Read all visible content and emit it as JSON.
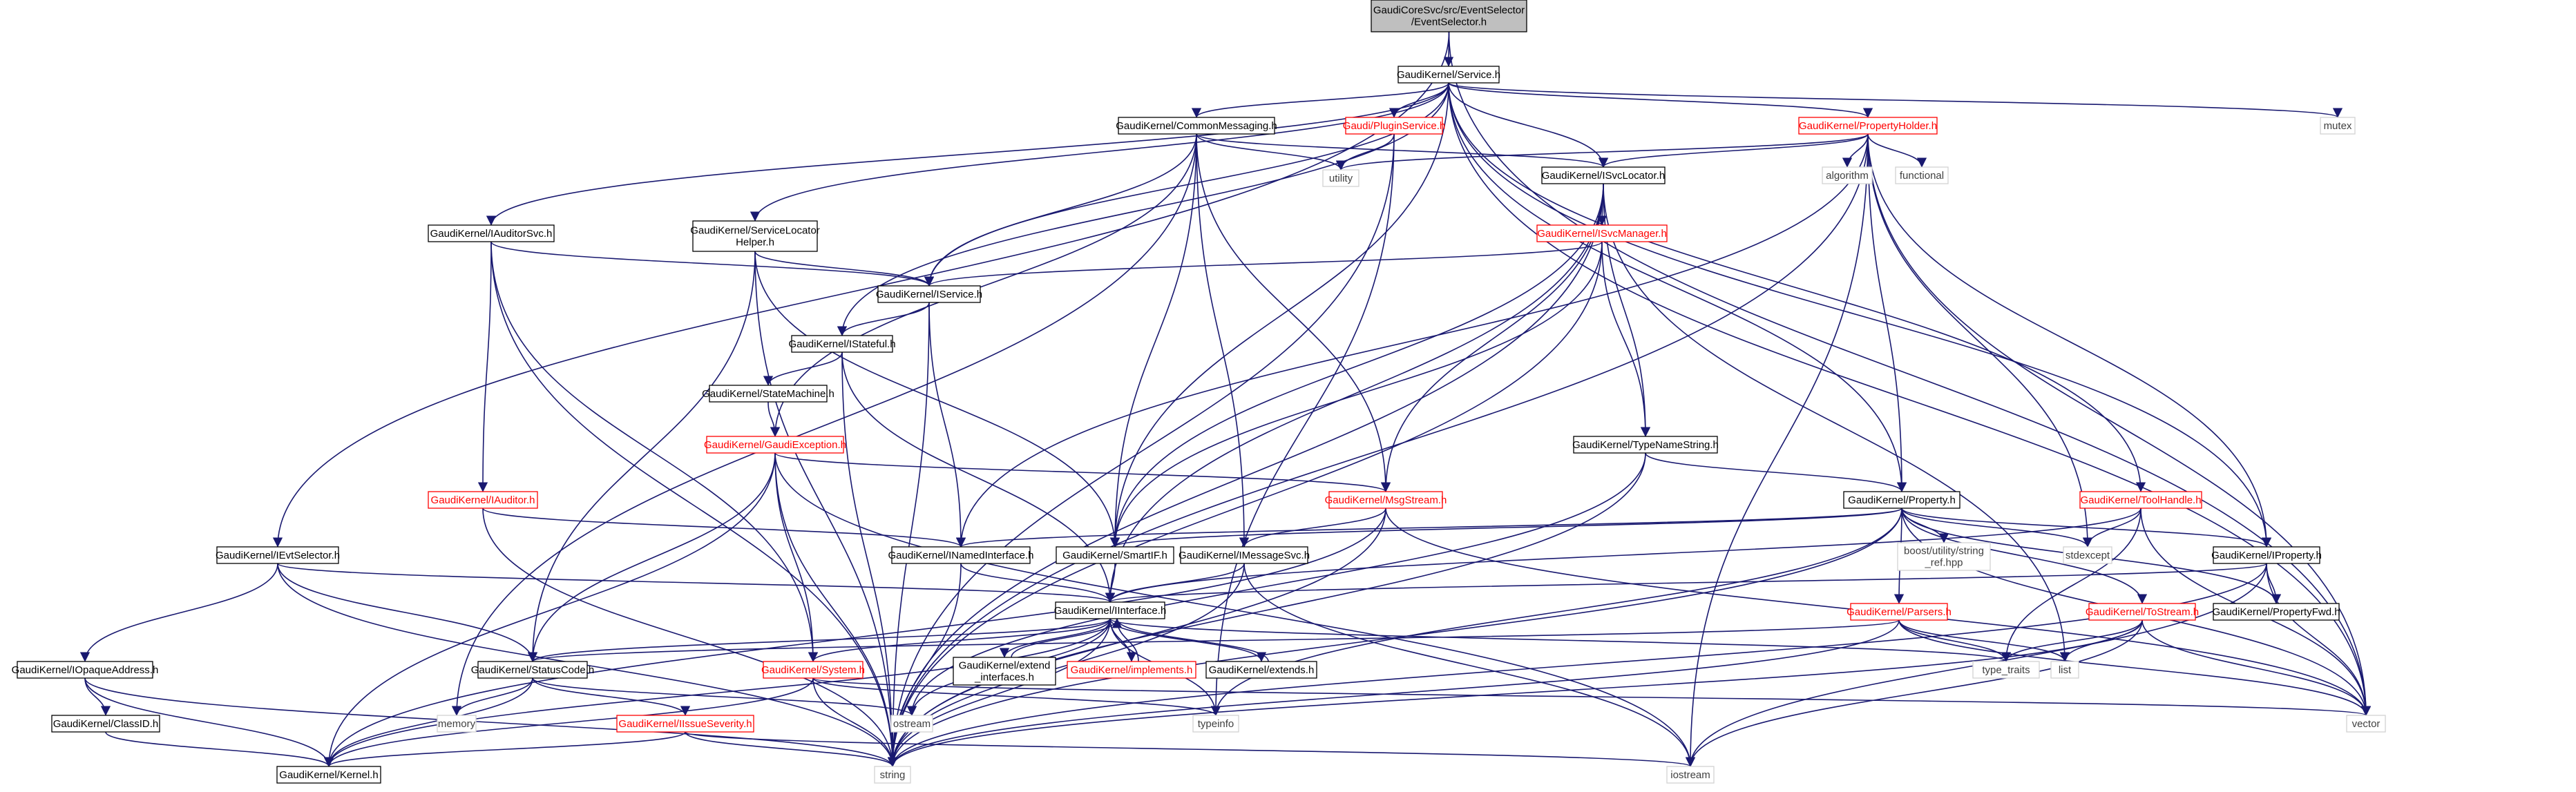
{
  "colors": {
    "edge": "#191970",
    "root_fill": "#bfbfbf",
    "doc_border": "#000000",
    "undoc_border": "#ff0000",
    "sys_border": "#d3d3d3",
    "doc_text": "#000000",
    "undoc_text": "#ff0000",
    "sys_text": "#404040"
  },
  "nodes": [
    {
      "id": "root",
      "kind": "root",
      "lines": [
        "GaudiCoreSvc/src/EventSelector",
        "/EventSelector.h"
      ]
    },
    {
      "id": "service",
      "kind": "doc",
      "lines": [
        "GaudiKernel/Service.h"
      ]
    },
    {
      "id": "commonmsg",
      "kind": "doc",
      "lines": [
        "GaudiKernel/CommonMessaging.h"
      ]
    },
    {
      "id": "pluginsvc",
      "kind": "undoc",
      "lines": [
        "Gaudi/PluginService.h"
      ]
    },
    {
      "id": "propholder",
      "kind": "undoc",
      "lines": [
        "GaudiKernel/PropertyHolder.h"
      ]
    },
    {
      "id": "mutex",
      "kind": "sys",
      "lines": [
        "mutex"
      ]
    },
    {
      "id": "utility",
      "kind": "sys",
      "lines": [
        "utility"
      ]
    },
    {
      "id": "isvclocator",
      "kind": "doc",
      "lines": [
        "GaudiKernel/ISvcLocator.h"
      ]
    },
    {
      "id": "algorithm",
      "kind": "sys",
      "lines": [
        "algorithm"
      ]
    },
    {
      "id": "functional",
      "kind": "sys",
      "lines": [
        "functional"
      ]
    },
    {
      "id": "iauditorsvc",
      "kind": "doc",
      "lines": [
        "GaudiKernel/IAuditorSvc.h"
      ]
    },
    {
      "id": "svclochelper",
      "kind": "doc",
      "lines": [
        "GaudiKernel/ServiceLocator",
        "Helper.h"
      ]
    },
    {
      "id": "isvcmanager",
      "kind": "undoc",
      "lines": [
        "GaudiKernel/ISvcManager.h"
      ]
    },
    {
      "id": "iservice",
      "kind": "doc",
      "lines": [
        "GaudiKernel/IService.h"
      ]
    },
    {
      "id": "istateful",
      "kind": "doc",
      "lines": [
        "GaudiKernel/IStateful.h"
      ]
    },
    {
      "id": "statemachine",
      "kind": "doc",
      "lines": [
        "GaudiKernel/StateMachine.h"
      ]
    },
    {
      "id": "typenamestring",
      "kind": "doc",
      "lines": [
        "GaudiKernel/TypeNameString.h"
      ]
    },
    {
      "id": "gaudiexception",
      "kind": "undoc",
      "lines": [
        "GaudiKernel/GaudiException.h"
      ]
    },
    {
      "id": "msgstream",
      "kind": "undoc",
      "lines": [
        "GaudiKernel/MsgStream.h"
      ]
    },
    {
      "id": "property",
      "kind": "doc",
      "lines": [
        "GaudiKernel/Property.h"
      ]
    },
    {
      "id": "toolhandle",
      "kind": "undoc",
      "lines": [
        "GaudiKernel/ToolHandle.h"
      ]
    },
    {
      "id": "iauditor",
      "kind": "undoc",
      "lines": [
        "GaudiKernel/IAuditor.h"
      ]
    },
    {
      "id": "boostref",
      "kind": "sys",
      "lines": [
        "boost/utility/string",
        "_ref.hpp"
      ]
    },
    {
      "id": "ievtselector",
      "kind": "doc",
      "lines": [
        "GaudiKernel/IEvtSelector.h"
      ]
    },
    {
      "id": "inamedinterface",
      "kind": "doc",
      "lines": [
        "GaudiKernel/INamedInterface.h"
      ]
    },
    {
      "id": "smartif",
      "kind": "doc",
      "lines": [
        "GaudiKernel/SmartIF.h"
      ]
    },
    {
      "id": "imessagesvc",
      "kind": "doc",
      "lines": [
        "GaudiKernel/IMessageSvc.h"
      ]
    },
    {
      "id": "stdexcept",
      "kind": "sys",
      "lines": [
        "stdexcept"
      ]
    },
    {
      "id": "iproperty",
      "kind": "doc",
      "lines": [
        "GaudiKernel/IProperty.h"
      ]
    },
    {
      "id": "iinterface",
      "kind": "doc",
      "lines": [
        "GaudiKernel/IInterface.h"
      ]
    },
    {
      "id": "parsers",
      "kind": "undoc",
      "lines": [
        "GaudiKernel/Parsers.h"
      ]
    },
    {
      "id": "tostream",
      "kind": "undoc",
      "lines": [
        "GaudiKernel/ToStream.h"
      ]
    },
    {
      "id": "propertyfwd",
      "kind": "doc",
      "lines": [
        "GaudiKernel/PropertyFwd.h"
      ]
    },
    {
      "id": "iopaqueaddress",
      "kind": "doc",
      "lines": [
        "GaudiKernel/IOpaqueAddress.h"
      ]
    },
    {
      "id": "statuscode",
      "kind": "doc",
      "lines": [
        "GaudiKernel/StatusCode.h"
      ]
    },
    {
      "id": "system",
      "kind": "undoc",
      "lines": [
        "GaudiKernel/System.h"
      ]
    },
    {
      "id": "extend_interfaces",
      "kind": "doc",
      "lines": [
        "GaudiKernel/extend",
        "_interfaces.h"
      ]
    },
    {
      "id": "implements",
      "kind": "undoc",
      "lines": [
        "GaudiKernel/implements.h"
      ]
    },
    {
      "id": "extends",
      "kind": "doc",
      "lines": [
        "GaudiKernel/extends.h"
      ]
    },
    {
      "id": "type_traits",
      "kind": "sys",
      "lines": [
        "type_traits"
      ]
    },
    {
      "id": "list",
      "kind": "sys",
      "lines": [
        "list"
      ]
    },
    {
      "id": "classid",
      "kind": "doc",
      "lines": [
        "GaudiKernel/ClassID.h"
      ]
    },
    {
      "id": "memory",
      "kind": "sys",
      "lines": [
        "memory"
      ]
    },
    {
      "id": "ostream",
      "kind": "sys",
      "lines": [
        "ostream"
      ]
    },
    {
      "id": "typeinfo",
      "kind": "sys",
      "lines": [
        "typeinfo"
      ]
    },
    {
      "id": "vector",
      "kind": "sys",
      "lines": [
        "vector"
      ]
    },
    {
      "id": "iissueseverity",
      "kind": "undoc",
      "lines": [
        "GaudiKernel/IIssueSeverity.h"
      ]
    },
    {
      "id": "kernel",
      "kind": "doc",
      "lines": [
        "GaudiKernel/Kernel.h"
      ]
    },
    {
      "id": "string",
      "kind": "sys",
      "lines": [
        "string"
      ]
    },
    {
      "id": "iostream",
      "kind": "sys",
      "lines": [
        "iostream"
      ]
    }
  ],
  "edges": [
    [
      "root",
      "service"
    ],
    [
      "root",
      "ievtselector"
    ],
    [
      "root",
      "vector"
    ],
    [
      "service",
      "commonmsg"
    ],
    [
      "service",
      "pluginsvc"
    ],
    [
      "service",
      "propholder"
    ],
    [
      "service",
      "mutex"
    ],
    [
      "service",
      "isvclocator"
    ],
    [
      "service",
      "iauditorsvc"
    ],
    [
      "service",
      "svclochelper"
    ],
    [
      "service",
      "iservice"
    ],
    [
      "service",
      "istateful"
    ],
    [
      "service",
      "smartif"
    ],
    [
      "service",
      "property"
    ],
    [
      "service",
      "toolhandle"
    ],
    [
      "service",
      "iproperty"
    ],
    [
      "service",
      "vector"
    ],
    [
      "commonmsg",
      "utility"
    ],
    [
      "commonmsg",
      "isvclocator"
    ],
    [
      "commonmsg",
      "iservice"
    ],
    [
      "commonmsg",
      "gaudiexception"
    ],
    [
      "commonmsg",
      "msgstream"
    ],
    [
      "commonmsg",
      "imessagesvc"
    ],
    [
      "commonmsg",
      "smartif"
    ],
    [
      "commonmsg",
      "memory"
    ],
    [
      "pluginsvc",
      "utility"
    ],
    [
      "pluginsvc",
      "typeinfo"
    ],
    [
      "pluginsvc",
      "string"
    ],
    [
      "propholder",
      "utility"
    ],
    [
      "propholder",
      "isvclocator"
    ],
    [
      "propholder",
      "algorithm"
    ],
    [
      "propholder",
      "functional"
    ],
    [
      "propholder",
      "inamedinterface"
    ],
    [
      "propholder",
      "property"
    ],
    [
      "propholder",
      "iproperty"
    ],
    [
      "propholder",
      "stdexcept"
    ],
    [
      "propholder",
      "string"
    ],
    [
      "propholder",
      "vector"
    ],
    [
      "propholder",
      "iostream"
    ],
    [
      "isvclocator",
      "isvcmanager"
    ],
    [
      "isvclocator",
      "typenamestring"
    ],
    [
      "isvclocator",
      "msgstream"
    ],
    [
      "isvclocator",
      "smartif"
    ],
    [
      "isvclocator",
      "iinterface"
    ],
    [
      "isvclocator",
      "string"
    ],
    [
      "isvclocator",
      "list"
    ],
    [
      "iauditorsvc",
      "iservice"
    ],
    [
      "iauditorsvc",
      "iauditor"
    ],
    [
      "iauditorsvc",
      "system"
    ],
    [
      "iauditorsvc",
      "string"
    ],
    [
      "svclochelper",
      "iservice"
    ],
    [
      "svclochelper",
      "smartif"
    ],
    [
      "svclochelper",
      "statuscode"
    ],
    [
      "svclochelper",
      "string"
    ],
    [
      "isvcmanager",
      "iservice"
    ],
    [
      "isvcmanager",
      "typenamestring"
    ],
    [
      "isvcmanager",
      "smartif"
    ],
    [
      "isvcmanager",
      "string"
    ],
    [
      "iservice",
      "istateful"
    ],
    [
      "iservice",
      "inamedinterface"
    ],
    [
      "iservice",
      "string"
    ],
    [
      "istateful",
      "statemachine"
    ],
    [
      "istateful",
      "iinterface"
    ],
    [
      "istateful",
      "string"
    ],
    [
      "statemachine",
      "gaudiexception"
    ],
    [
      "typenamestring",
      "property"
    ],
    [
      "typenamestring",
      "string"
    ],
    [
      "typenamestring",
      "ostream"
    ],
    [
      "gaudiexception",
      "msgstream"
    ],
    [
      "gaudiexception",
      "statuscode"
    ],
    [
      "gaudiexception",
      "system"
    ],
    [
      "gaudiexception",
      "string"
    ],
    [
      "gaudiexception",
      "kernel"
    ],
    [
      "gaudiexception",
      "iostream"
    ],
    [
      "msgstream",
      "imessagesvc"
    ],
    [
      "msgstream",
      "string"
    ],
    [
      "msgstream",
      "kernel"
    ],
    [
      "msgstream",
      "vector"
    ],
    [
      "property",
      "boostref"
    ],
    [
      "property",
      "stdexcept"
    ],
    [
      "property",
      "iproperty"
    ],
    [
      "property",
      "parsers"
    ],
    [
      "property",
      "tostream"
    ],
    [
      "property",
      "propertyfwd"
    ],
    [
      "property",
      "smartif"
    ],
    [
      "property",
      "inamedinterface"
    ],
    [
      "property",
      "string"
    ],
    [
      "property",
      "typeinfo"
    ],
    [
      "property",
      "vector"
    ],
    [
      "toolhandle",
      "stdexcept"
    ],
    [
      "toolhandle",
      "iinterface"
    ],
    [
      "toolhandle",
      "type_traits"
    ],
    [
      "toolhandle",
      "vector"
    ],
    [
      "iauditor",
      "inamedinterface"
    ],
    [
      "iauditor",
      "string"
    ],
    [
      "ievtselector",
      "iinterface"
    ],
    [
      "ievtselector",
      "iopaqueaddress"
    ],
    [
      "ievtselector",
      "statuscode"
    ],
    [
      "ievtselector",
      "string"
    ],
    [
      "inamedinterface",
      "iinterface"
    ],
    [
      "inamedinterface",
      "string"
    ],
    [
      "smartif",
      "iinterface"
    ],
    [
      "imessagesvc",
      "iinterface"
    ],
    [
      "imessagesvc",
      "string"
    ],
    [
      "imessagesvc",
      "iostream"
    ],
    [
      "iproperty",
      "propertyfwd"
    ],
    [
      "iproperty",
      "iinterface"
    ],
    [
      "iproperty",
      "vector"
    ],
    [
      "iproperty",
      "string"
    ],
    [
      "iproperty",
      "iostream"
    ],
    [
      "iinterface",
      "statuscode"
    ],
    [
      "iinterface",
      "system"
    ],
    [
      "iinterface",
      "extend_interfaces"
    ],
    [
      "iinterface",
      "implements"
    ],
    [
      "iinterface",
      "extends"
    ],
    [
      "iinterface",
      "kernel"
    ],
    [
      "iinterface",
      "ostream"
    ],
    [
      "iinterface",
      "typeinfo"
    ],
    [
      "iinterface",
      "type_traits"
    ],
    [
      "iinterface",
      "string"
    ],
    [
      "extend_interfaces",
      "iinterface"
    ],
    [
      "implements",
      "iinterface"
    ],
    [
      "extends",
      "iinterface"
    ],
    [
      "parsers",
      "string"
    ],
    [
      "parsers",
      "vector"
    ],
    [
      "parsers",
      "list"
    ],
    [
      "parsers",
      "statuscode"
    ],
    [
      "parsers",
      "type_traits"
    ],
    [
      "tostream",
      "string"
    ],
    [
      "tostream",
      "vector"
    ],
    [
      "tostream",
      "list"
    ],
    [
      "tostream",
      "iostream"
    ],
    [
      "tostream",
      "type_traits"
    ],
    [
      "iopaqueaddress",
      "classid"
    ],
    [
      "iopaqueaddress",
      "kernel"
    ],
    [
      "iopaqueaddress",
      "string"
    ],
    [
      "classid",
      "kernel"
    ],
    [
      "statuscode",
      "iissueseverity"
    ],
    [
      "statuscode",
      "kernel"
    ],
    [
      "statuscode",
      "memory"
    ],
    [
      "statuscode",
      "ostream"
    ],
    [
      "system",
      "kernel"
    ],
    [
      "system",
      "string"
    ],
    [
      "system",
      "typeinfo"
    ],
    [
      "system",
      "vector"
    ],
    [
      "iissueseverity",
      "kernel"
    ],
    [
      "iissueseverity",
      "string"
    ],
    [
      "iissueseverity",
      "iostream"
    ]
  ]
}
